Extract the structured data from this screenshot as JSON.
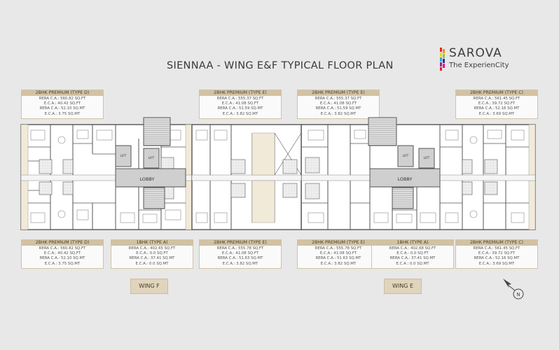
{
  "title": "SIENNAA - WING E&F TYPICAL FLOOR PLAN",
  "logo": {
    "word": "SAROVA",
    "tagline": "The ExperienCity"
  },
  "colors": {
    "background": "#e8e8e8",
    "header_band": "#d2c2a4",
    "wall": "#555555",
    "floor": "#ffffff",
    "tile": "#e6e6e6",
    "balcony": "#f2ead8"
  },
  "units_top": [
    {
      "name": "2BHK PREMIUM (TYPE D)",
      "lines": [
        "RERA C.A.: 560.82 SQ.FT",
        "E.C.A.: 40.42 SQ.FT",
        "RERA C.A.: 52.10 SQ.MT",
        "E.C.A.: 3.75 SQ.MT"
      ]
    },
    {
      "name": "2BHK PREMIUM (TYPE E)",
      "lines": [
        "RERA C.A.: 555.37 SQ.FT",
        "E.C.A.: 41.08 SQ.FT",
        "RERA C.A.: 51.59 SQ.MT",
        "E.C.A.: 3.82 SQ.MT"
      ]
    },
    {
      "name": "2BHK PREMIUM (TYPE E)",
      "lines": [
        "RERA C.A.: 555.37 SQ.FT",
        "E.C.A.: 41.08 SQ.FT",
        "RERA C.A.: 51.59 SQ.MT",
        "E.C.A.: 3.82 SQ.MT"
      ]
    },
    {
      "name": "2BHK PREMIUM (TYPE C)",
      "lines": [
        "RERA C.A.: 561.45 SQ.FT",
        "E.C.A.: 39.72 SQ.FT",
        "RERA C.A.: 52.16 SQ.MT",
        "E.C.A.: 3.69 SQ.MT"
      ]
    }
  ],
  "units_bottom": [
    {
      "name": "2BHK PREMIUM (TYPE D)",
      "lines": [
        "RERA C.A.: 560.82 SQ.FT",
        "E.C.A.: 40.42 SQ.FT",
        "RERA C.A.: 52.10 SQ.MT",
        "E.C.A.: 3.75 SQ.MT"
      ]
    },
    {
      "name": "1BHK (TYPE A)",
      "lines": [
        "RERA C.A.: 402.65 SQ.FT",
        "E.C.A.: 0.0 SQ.FT",
        "RERA C.A.: 37.41 SQ.MT",
        "E.C.A.: 0.0 SQ.MT"
      ]
    },
    {
      "name": "2BHK PREMIUM (TYPE E)",
      "lines": [
        "RERA C.A.: 555.78 SQ.FT",
        "E.C.A.: 41.08 SQ.FT",
        "RERA C.A.: 51.63 SQ.MT",
        "E.C.A.: 3.82 SQ.MT"
      ]
    },
    {
      "name": "2BHK PREMIUM (TYPE E)",
      "lines": [
        "RERA C.A.: 555.78 SQ.FT",
        "E.C.A.: 41.08 SQ.FT",
        "RERA C.A.: 51.63 SQ.MT",
        "E.C.A.: 3.82 SQ.MT"
      ]
    },
    {
      "name": "1BHK (TYPE A)",
      "lines": [
        "RERA C.A.: 402.68 SQ.FT",
        "E.C.A.: 0.0 SQ.FT",
        "RERA C.A.: 37.41 SQ.MT",
        "E.C.A.: 0.0 SQ.MT"
      ]
    },
    {
      "name": "2BHK PREMIUM (TYPE C)",
      "lines": [
        "RERA C.A.: 561.45 SQ.FT",
        "E.C.A.: 39.72 SQ.FT",
        "RERA C.A.: 52.16 SQ.MT",
        "E.C.A.: 3.69 SQ.MT"
      ]
    }
  ],
  "plan": {
    "lobby_label": "LOBBY",
    "lift_label": "LIFT"
  },
  "wings": {
    "left": "WING F",
    "right": "WING E"
  }
}
